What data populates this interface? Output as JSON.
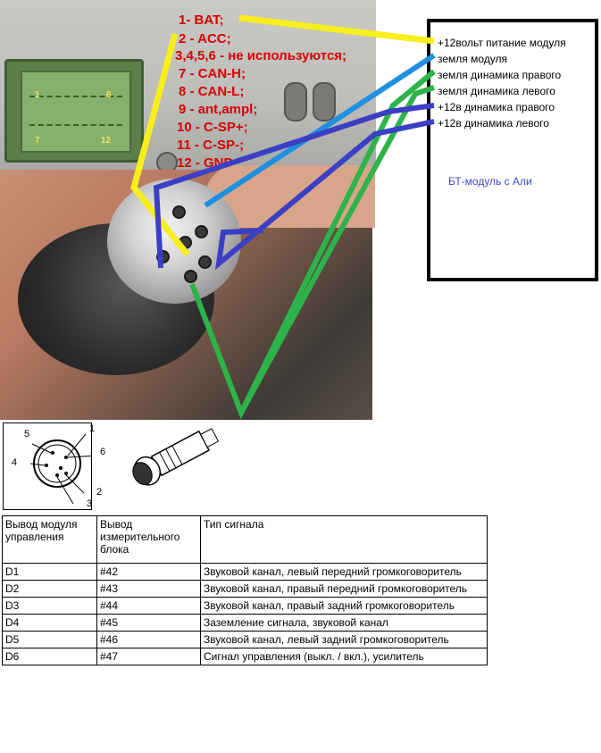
{
  "radio_pinout": {
    "pin_1": "1- BAT;",
    "pin_2": "2 - ACC;",
    "pins_3_6": "3,4,5,6 - не используются;",
    "pin_7": "7 - CAN-H;",
    "pin_8": "8 - CAN-L;",
    "pin_9": "9 - ant,ampl;",
    "pin_10": "10 - C-SP+;",
    "pin_11": "11 - C-SP-;",
    "pin_12": "12 - GND"
  },
  "connector_numbers": {
    "n1": "1",
    "n6": "6",
    "n7": "7",
    "n12": "12"
  },
  "module": {
    "name": "БТ-модуль с Али",
    "lines": [
      "+12вольт питание модуля",
      "земля модуля",
      "земля динамика правого",
      "земля динамика левого",
      "+12в динамика правого",
      "+12в динамика левого"
    ]
  },
  "pinout_diagram": {
    "p1": "1",
    "p2": "2",
    "p3": "3",
    "p4": "4",
    "p5": "5",
    "p6": "6"
  },
  "table": {
    "headers": [
      "Вывод модуля управления",
      "Вывод измерительного блока",
      "Тип сигнала"
    ],
    "rows": [
      [
        "D1",
        "#42",
        "Звуковой канал, левый передний громкоговоритель"
      ],
      [
        "D2",
        "#43",
        "Звуковой канал, правый передний громкоговоритель"
      ],
      [
        "D3",
        "#44",
        "Звуковой канал, правый задний громкоговоритель"
      ],
      [
        "D4",
        "#45",
        "Заземление сигнала, звуковой канал"
      ],
      [
        "D5",
        "#46",
        "Звуковой канал, левый задний громкоговоритель"
      ],
      [
        "D6",
        "#47",
        "Сигнал управления (выкл. / вкл.), усилитель"
      ]
    ]
  },
  "wire_colors": {
    "yellow": "#f7ee1c",
    "blue": "#1f8fe0",
    "green": "#2db34a",
    "navy": "#3b3fc4",
    "label_red": "#d80000"
  }
}
